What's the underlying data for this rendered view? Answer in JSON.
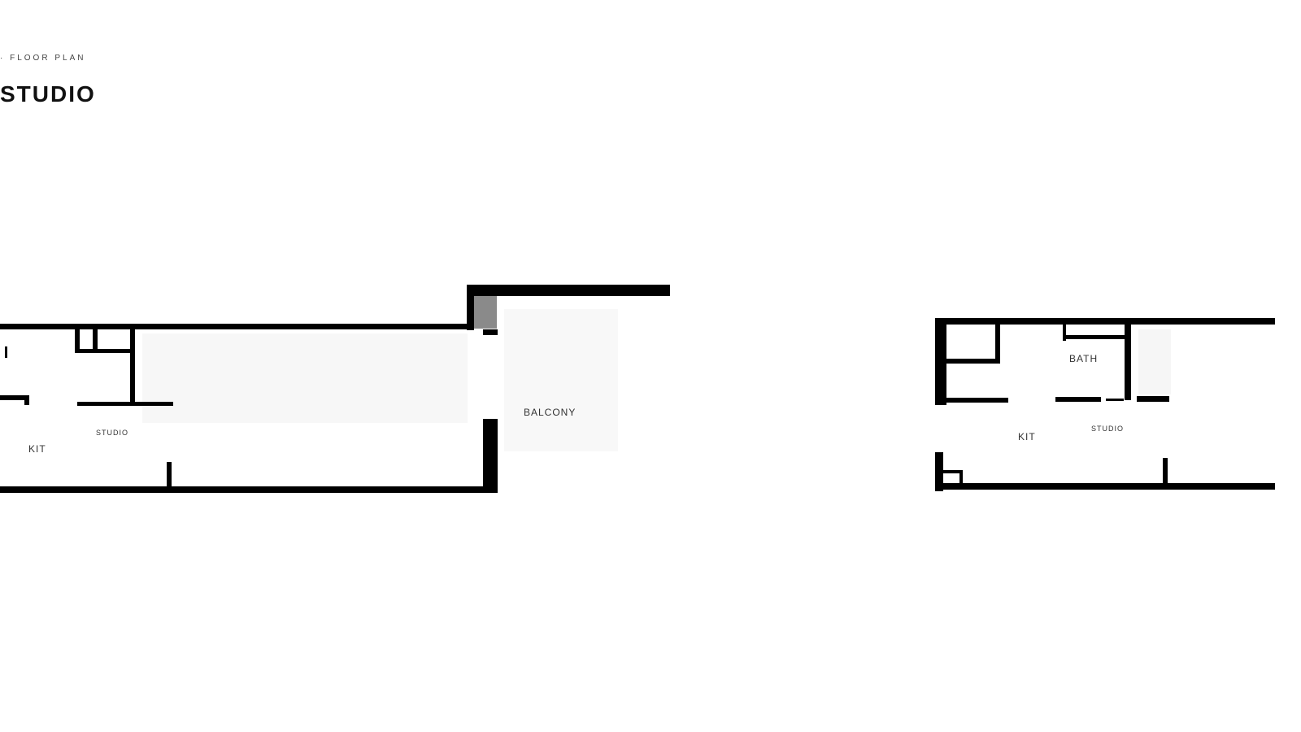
{
  "header": {
    "eyebrow": "· FLOOR PLAN",
    "title": "STUDIO"
  },
  "plan_a": {
    "labels": {
      "kit": "KIT",
      "studio": "STUDIO",
      "balcony": "BALCONY"
    }
  },
  "plan_b": {
    "labels": {
      "bath": "BATH",
      "kit": "KIT",
      "studio": "STUDIO"
    }
  },
  "colors": {
    "wall": "#000000",
    "column": "#8a8a8a",
    "background": "#ffffff"
  }
}
